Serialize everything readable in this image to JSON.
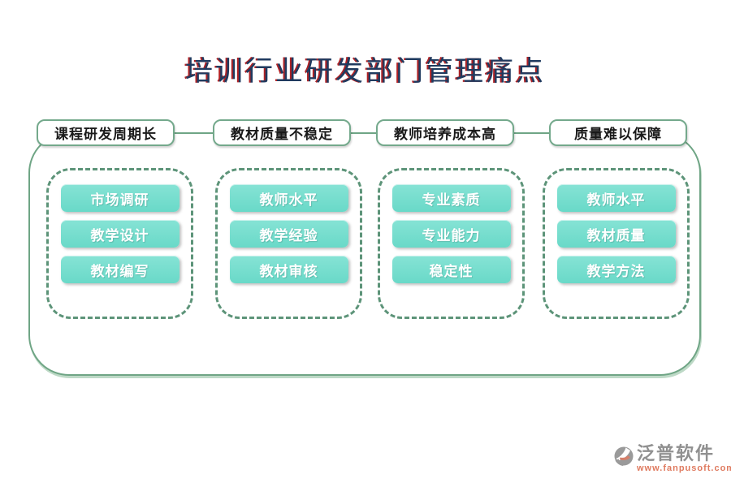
{
  "title": "培训行业研发部门管理痛点",
  "columns": [
    {
      "header": "课程研发周期长",
      "items": [
        "市场调研",
        "教学设计",
        "教材编写"
      ]
    },
    {
      "header": "教材质量不稳定",
      "items": [
        "教师水平",
        "教学经验",
        "教材审核"
      ]
    },
    {
      "header": "教师培养成本高",
      "items": [
        "专业素质",
        "专业能力",
        "稳定性"
      ]
    },
    {
      "header": "质量难以保障",
      "items": [
        "教师水平",
        "教材质量",
        "教学方法"
      ]
    }
  ],
  "watermark": {
    "brand": "泛普软件",
    "url": "www.fanpusoft.com"
  },
  "colors": {
    "title_color": "#1f3a5f",
    "title_fringe": "#b02225",
    "frame_border": "#6fa585",
    "frame_glow": "#bdd9c6",
    "header_border": "#74a98c",
    "dash_border": "#5d9479",
    "teal_top": "#86e3d5",
    "teal_bottom": "#69d9c8",
    "logo_gray": "#909090",
    "logo_salmon": "#df7a5f"
  }
}
